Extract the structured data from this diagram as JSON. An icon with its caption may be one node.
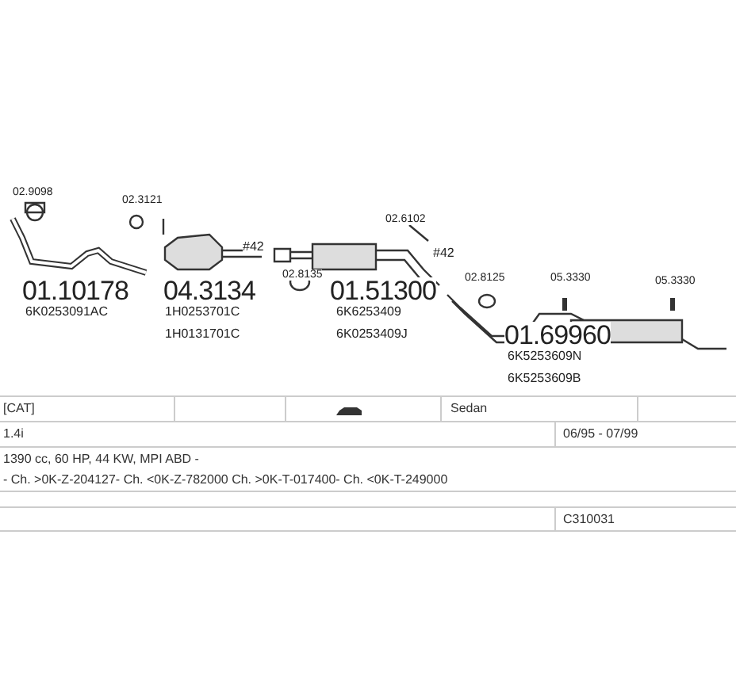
{
  "diagram": {
    "labels": [
      "02.9098",
      "02.3121",
      "02.6102",
      "#42",
      "#42",
      "02.8135",
      "02.8125",
      "05.3330",
      "05.3330",
      "01.10178",
      "6K0253091AC",
      "04.3134",
      "1H0253701C",
      "1H0131701C",
      "01.51300",
      "6K6253409",
      "6K0253409J",
      "01.69960",
      "6K5253609N",
      "6K5253609B",
      "[CAT]",
      "Sedan",
      "1.4i",
      "06/95 - 07/99",
      "1390 cc, 60 HP, 44 KW, MPI ABD -",
      "- Ch. >0K-Z-204127- Ch. <0K-Z-782000 Ch. >0K-T-017400- Ch. <0K-T-249000",
      "C310031"
    ]
  }
}
